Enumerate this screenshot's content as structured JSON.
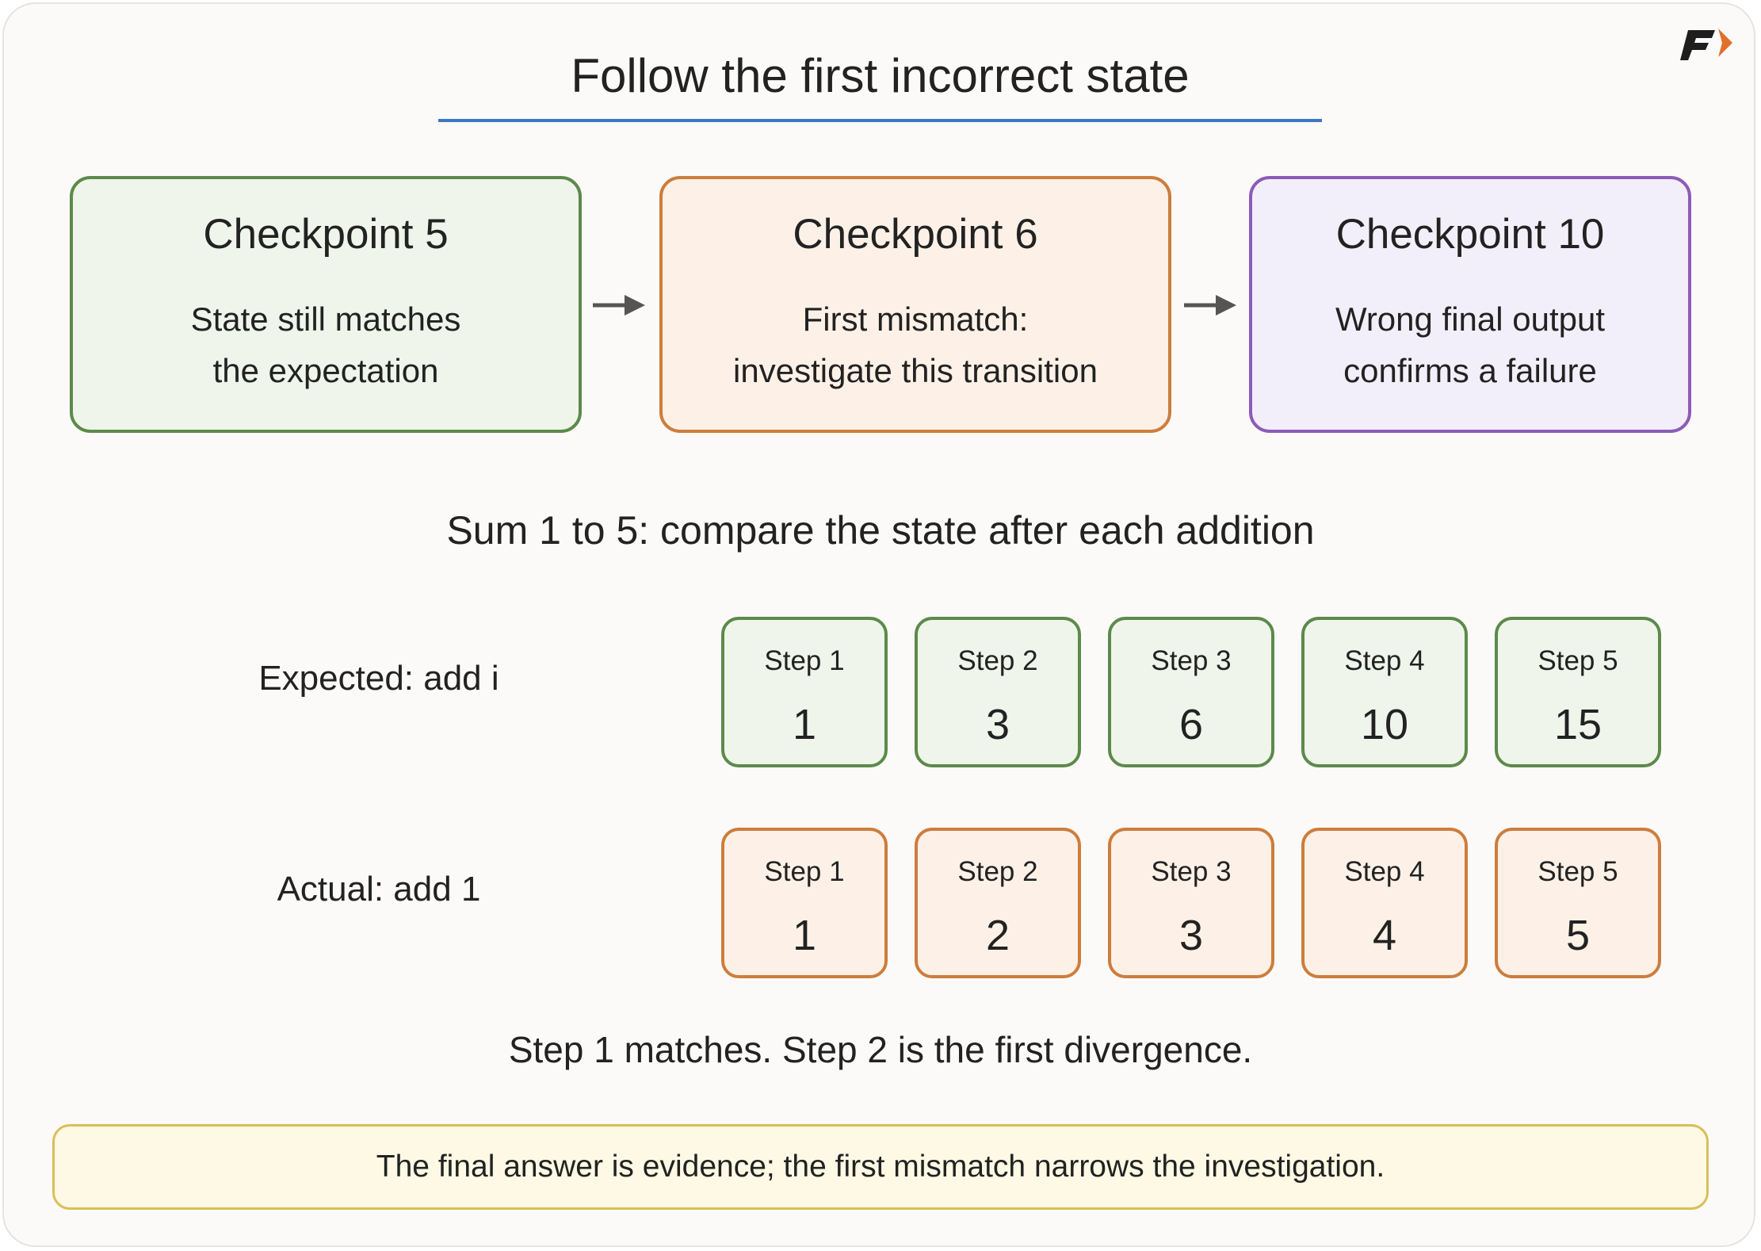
{
  "title": "Follow the first incorrect state",
  "logo": {
    "icon": "brand-logo-f-icon",
    "accent": "#e0702a"
  },
  "checkpoints": [
    {
      "title": "Checkpoint 5",
      "line1": "State still matches",
      "line2": "the expectation",
      "color": "#5c8a4a"
    },
    {
      "title": "Checkpoint 6",
      "line1": "First mismatch:",
      "line2": "investigate this transition",
      "color": "#cd7d3d"
    },
    {
      "title": "Checkpoint 10",
      "line1": "Wrong final output",
      "line2": "confirms a failure",
      "color": "#8c5cb8"
    }
  ],
  "subtitle": "Sum 1 to 5: compare the state after each addition",
  "expected": {
    "label": "Expected: add i",
    "steps": [
      {
        "label": "Step 1",
        "value": "1"
      },
      {
        "label": "Step 2",
        "value": "3"
      },
      {
        "label": "Step 3",
        "value": "6"
      },
      {
        "label": "Step 4",
        "value": "10"
      },
      {
        "label": "Step 5",
        "value": "15"
      }
    ]
  },
  "actual": {
    "label": "Actual: add 1",
    "steps": [
      {
        "label": "Step 1",
        "value": "1"
      },
      {
        "label": "Step 2",
        "value": "2"
      },
      {
        "label": "Step 3",
        "value": "3"
      },
      {
        "label": "Step 4",
        "value": "4"
      },
      {
        "label": "Step 5",
        "value": "5"
      }
    ]
  },
  "caption": "Step 1 matches. Step 2 is the first divergence.",
  "note": "The final answer is evidence; the first mismatch narrows the investigation."
}
